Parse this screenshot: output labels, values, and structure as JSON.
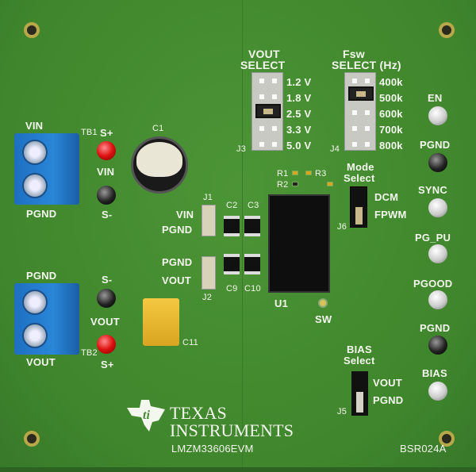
{
  "board": {
    "name": "LMZM33606EVM",
    "revision": "BSR024A",
    "brand_line1": "TEXAS",
    "brand_line2": "INSTRUMENTS",
    "logo_text": "ti"
  },
  "terminals": {
    "tb1": "TB1",
    "tb2": "TB2",
    "tb1_top": "VIN",
    "tb1_bottom": "PGND",
    "tb2_top": "PGND",
    "tb2_bottom": "VOUT"
  },
  "sense": {
    "s_plus_1": "S+",
    "vin": "VIN",
    "s_minus_1": "S-",
    "s_minus_2": "S-",
    "vout": "VOUT",
    "s_plus_2": "S+"
  },
  "components": {
    "c1": "C1",
    "c2": "C2",
    "c3": "C3",
    "c9": "C9",
    "c10": "C10",
    "c11": "C11",
    "u1": "U1",
    "r1": "R1",
    "r2": "R2",
    "r3": "R3",
    "sw": "SW"
  },
  "j1": {
    "label": "J1",
    "pin1": "VIN",
    "pin2": "PGND"
  },
  "j2": {
    "label": "J2",
    "pin1": "PGND",
    "pin2": "VOUT"
  },
  "vout_select": {
    "title1": "VOUT",
    "title2": "SELECT",
    "label": "J3",
    "options": [
      "1.2 V",
      "1.8 V",
      "2.5 V",
      "3.3 V",
      "5.0 V"
    ],
    "selected": "2.5 V"
  },
  "fsw_select": {
    "title1": "Fsw",
    "title2": "SELECT (Hz)",
    "label": "J4",
    "options": [
      "400k",
      "500k",
      "600k",
      "700k",
      "800k"
    ],
    "selected": "500k"
  },
  "mode_select": {
    "title1": "Mode",
    "title2": "Select",
    "label": "J6",
    "options": [
      "DCM",
      "FPWM"
    ],
    "selected": "FPWM"
  },
  "bias_select": {
    "title1": "BIAS",
    "title2": "Select",
    "label": "J5",
    "options": [
      "VOUT",
      "PGND"
    ],
    "selected": "PGND"
  },
  "test_points": [
    "EN",
    "PGND",
    "SYNC",
    "PG_PU",
    "PGOOD",
    "PGND",
    "BIAS"
  ],
  "colors": {
    "board": "#468c32",
    "terminal": "#2a86d8"
  }
}
